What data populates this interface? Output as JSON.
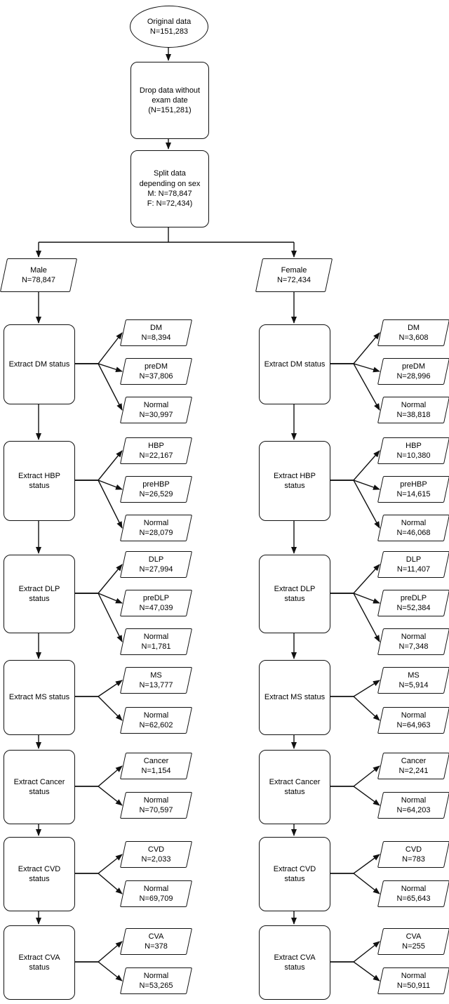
{
  "flow": {
    "start": {
      "text": "Original data\nN=151,283"
    },
    "drop": {
      "text": "Drop data without\nexam date\n(N=151,281)"
    },
    "split": {
      "text": "Split data\ndepending on sex\nM: N=78,847\nF: N=72,434)"
    },
    "male": {
      "text": "Male\nN=78,847"
    },
    "female": {
      "text": "Female\nN=72,434"
    },
    "male_stages": [
      {
        "label": "Extract DM status",
        "outputs": [
          "DM\nN=8,394",
          "preDM\nN=37,806",
          "Normal\nN=30,997"
        ]
      },
      {
        "label": "Extract HBP\nstatus",
        "outputs": [
          "HBP\nN=22,167",
          "preHBP\nN=26,529",
          "Normal\nN=28,079"
        ]
      },
      {
        "label": "Extract DLP\nstatus",
        "outputs": [
          "DLP\nN=27,994",
          "preDLP\nN=47,039",
          "Normal\nN=1,781"
        ]
      },
      {
        "label": "Extract MS status",
        "outputs": [
          "MS\nN=13,777",
          "Normal\nN=62,602"
        ]
      },
      {
        "label": "Extract Cancer\nstatus",
        "outputs": [
          "Cancer\nN=1,154",
          "Normal\nN=70,597"
        ]
      },
      {
        "label": "Extract CVD\nstatus",
        "outputs": [
          "CVD\nN=2,033",
          "Normal\nN=69,709"
        ]
      },
      {
        "label": "Extract CVA\nstatus",
        "outputs": [
          "CVA\nN=378",
          "Normal\nN=53,265"
        ]
      }
    ],
    "female_stages": [
      {
        "label": "Extract DM status",
        "outputs": [
          "DM\nN=3,608",
          "preDM\nN=28,996",
          "Normal\nN=38,818"
        ]
      },
      {
        "label": "Extract HBP\nstatus",
        "outputs": [
          "HBP\nN=10,380",
          "preHBP\nN=14,615",
          "Normal\nN=46,068"
        ]
      },
      {
        "label": "Extract DLP\nstatus",
        "outputs": [
          "DLP\nN=11,407",
          "preDLP\nN=52,384",
          "Normal\nN=7,348"
        ]
      },
      {
        "label": "Extract MS status",
        "outputs": [
          "MS\nN=5,914",
          "Normal\nN=64,963"
        ]
      },
      {
        "label": "Extract Cancer\nstatus",
        "outputs": [
          "Cancer\nN=2,241",
          "Normal\nN=64,203"
        ]
      },
      {
        "label": "Extract CVD\nstatus",
        "outputs": [
          "CVD\nN=783",
          "Normal\nN=65,643"
        ]
      },
      {
        "label": "Extract CVA\nstatus",
        "outputs": [
          "CVA\nN=255",
          "Normal\nN=50,911"
        ]
      }
    ],
    "colors": {
      "stroke": "#111111",
      "fill": "#ffffff"
    }
  }
}
